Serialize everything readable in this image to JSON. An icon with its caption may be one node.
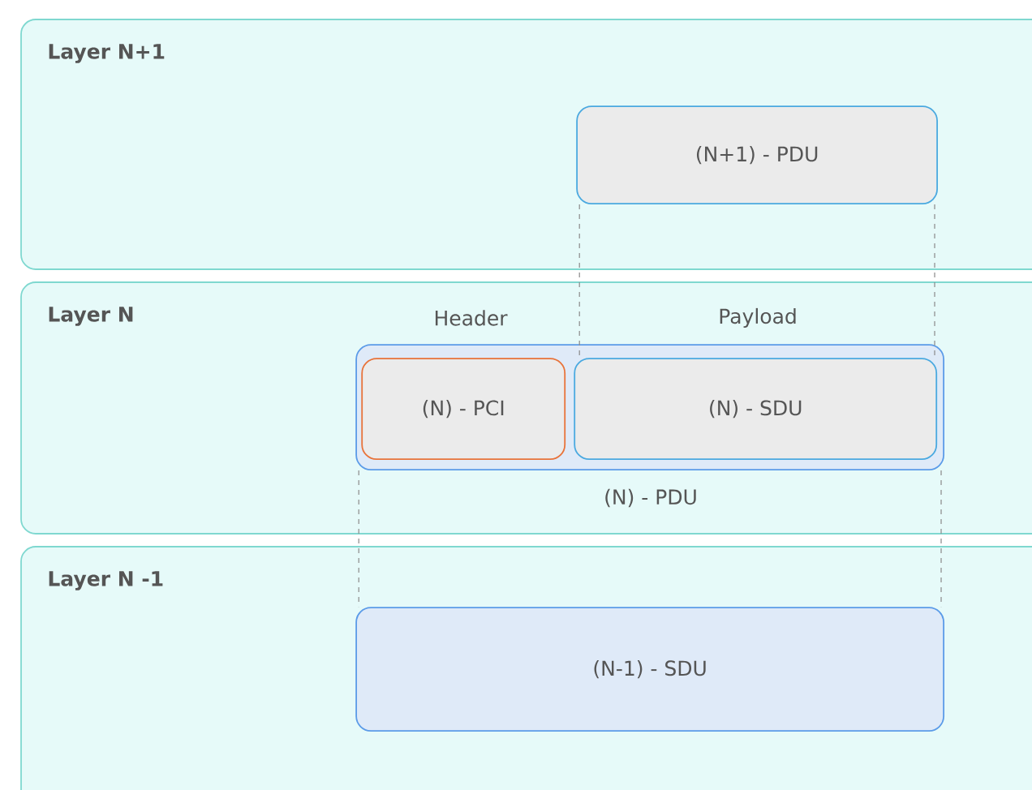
{
  "diagram": {
    "nodes": [
      {
        "text": [
          "Layer N+1"
        ]
      },
      {
        "text": [
          "(N+1) - PDU"
        ],
        "in": 0
      },
      {
        "text": [
          "Layer N"
        ]
      },
      {
        "text": [],
        "shape": "box",
        "in": 2,
        "beside": [
          "(N) - PDU"
        ]
      },
      {
        "text": [
          "(N) - PCI"
        ],
        "in": 3
      },
      {
        "text": [
          "(N) - SDU"
        ],
        "in": 3
      },
      {
        "text": [
          "Layer N -1"
        ]
      },
      {
        "text": [
          "(N-1) - SDU"
        ],
        "in": 6
      }
    ],
    "edges": [
      {
        "from": 1,
        "to": 5,
        "arrow": "none",
        "style": "dashed"
      },
      {
        "from": 1,
        "to": 5,
        "arrow": "none",
        "style": "dashed"
      },
      {
        "from": 3,
        "to": 7,
        "arrow": "none",
        "style": "dashed"
      },
      {
        "from": 3,
        "to": 7,
        "arrow": "none",
        "style": "dashed"
      }
    ],
    "labels": [
      "Header",
      "Payload"
    ]
  }
}
